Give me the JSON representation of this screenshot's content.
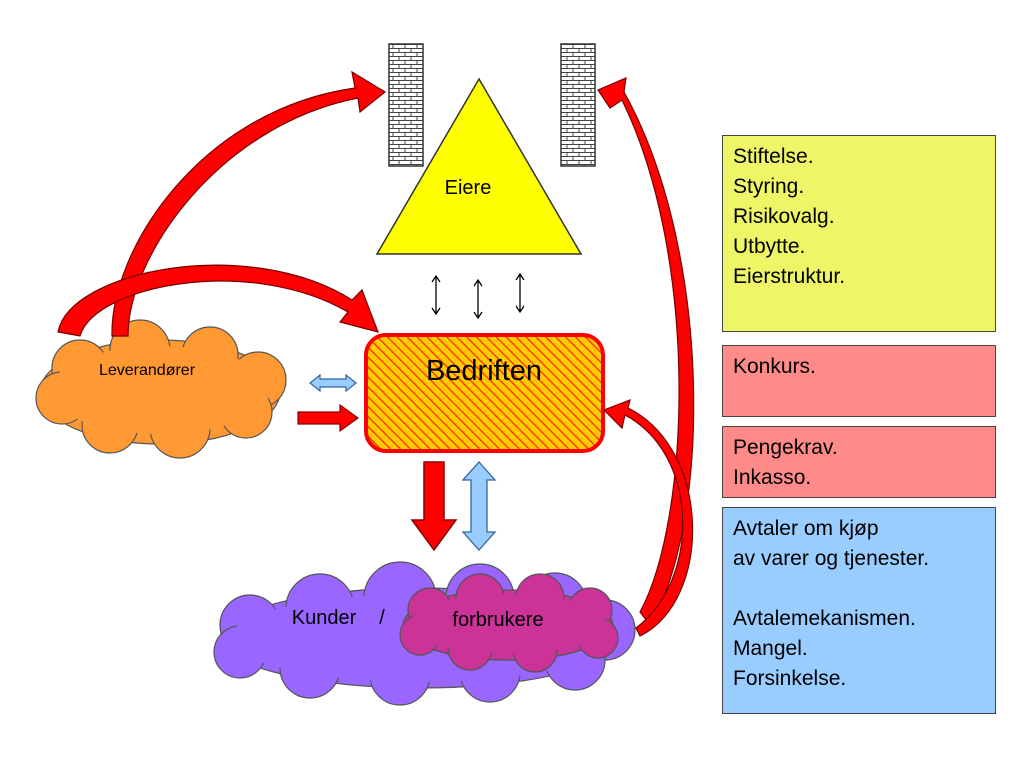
{
  "diagram": {
    "eiere": "Eiere",
    "bedriften": "Bedriften",
    "leverandorer": "Leverandører",
    "kunder": "Kunder",
    "slash": "/",
    "forbrukere": "forbrukere"
  },
  "boxes": {
    "eier": {
      "color": "#eef566",
      "lines": [
        "Stiftelse.",
        "Styring.",
        "Risikovalg.",
        "Utbytte.",
        "Eierstruktur."
      ]
    },
    "konkurs": {
      "color": "#ff8a8a",
      "lines": [
        "Konkurs."
      ]
    },
    "penge": {
      "color": "#ff8a8a",
      "lines": [
        "Pengekrav.",
        "Inkasso."
      ]
    },
    "avtale": {
      "color": "#99ccff",
      "lines": [
        "Avtaler om kjøp",
        "av varer og tjenester.",
        "",
        "Avtalemekanismen.",
        "Mangel.",
        "Forsinkelse."
      ]
    }
  },
  "colors": {
    "triangle": "#ffff00",
    "bedriften_fill": "#ffcc00",
    "bedriften_border": "#ff0000",
    "leverandorer_cloud": "#ff9933",
    "kunder_cloud": "#9966ff",
    "forbrukere_cloud": "#cc3399",
    "red_arrow": "#ff0000",
    "blue_arrow": "#99ccff"
  }
}
